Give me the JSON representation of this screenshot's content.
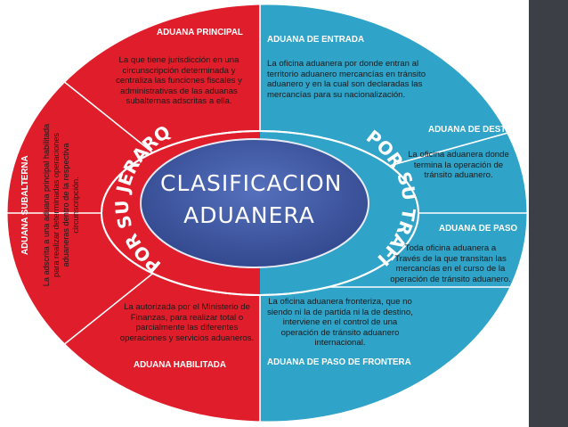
{
  "title": {
    "line1": "CLASIFICACION",
    "line2": "ADUANERA"
  },
  "arcs": {
    "left": "POR SU JERARQUIA",
    "right": "POR SU TRAFICO"
  },
  "sections": {
    "principal": {
      "header": "ADUANA PRINCIPAL",
      "text": [
        "La que tiene jurisdicción en una",
        "circunscripción determinada y",
        "centraliza las funciones fiscales y",
        "administrativas de las aduanas",
        "subalternas adscritas a ella."
      ]
    },
    "entrada": {
      "header": "ADUANA DE ENTRADA",
      "text": [
        "La oficina aduanera por donde entran al",
        "territorio aduanero mercancías en tránsito",
        "aduanero y en la cual son declaradas las",
        "mercancías para su nacionalización."
      ]
    },
    "destino": {
      "header": "ADUANA DE DESTINO",
      "text": [
        "La oficina aduanera donde",
        "termina la operación de",
        "tránsito aduanero."
      ]
    },
    "paso": {
      "header": "ADUANA DE PASO",
      "text": [
        "Toda oficina aduanera a",
        "Través de la que transitan las",
        "mercancías en el curso de la",
        "operación de tránsito aduanero."
      ]
    },
    "subalterna": {
      "header": "ADUANA SUBALTERNA",
      "text": [
        "La adscrita a una aduana principal habilitada",
        "para realizar determinadas operaciones",
        "aduaneras dentro de la respectiva",
        "circunscripción."
      ]
    },
    "habilitada": {
      "header": "ADUANA HABILITADA",
      "text": [
        "La autorizada por el Ministerio de",
        "Finanzas, para realizar total o",
        "parcialmente las diferentes",
        "operaciones y servicios aduaneros."
      ]
    },
    "frontera": {
      "header": "ADUANA DE PASO DE FRONTERA",
      "text": [
        "La oficina aduanera fronteriza, que no",
        "siendo ni la de partida ni la de destino,",
        "interviene en el control de una",
        "operación de tránsito aduanero",
        "internacional."
      ]
    }
  },
  "colors": {
    "red": "#e01e2b",
    "blue": "#2fa3c8",
    "center": "#3f5aa6",
    "sidebar": "#3c3f45"
  }
}
